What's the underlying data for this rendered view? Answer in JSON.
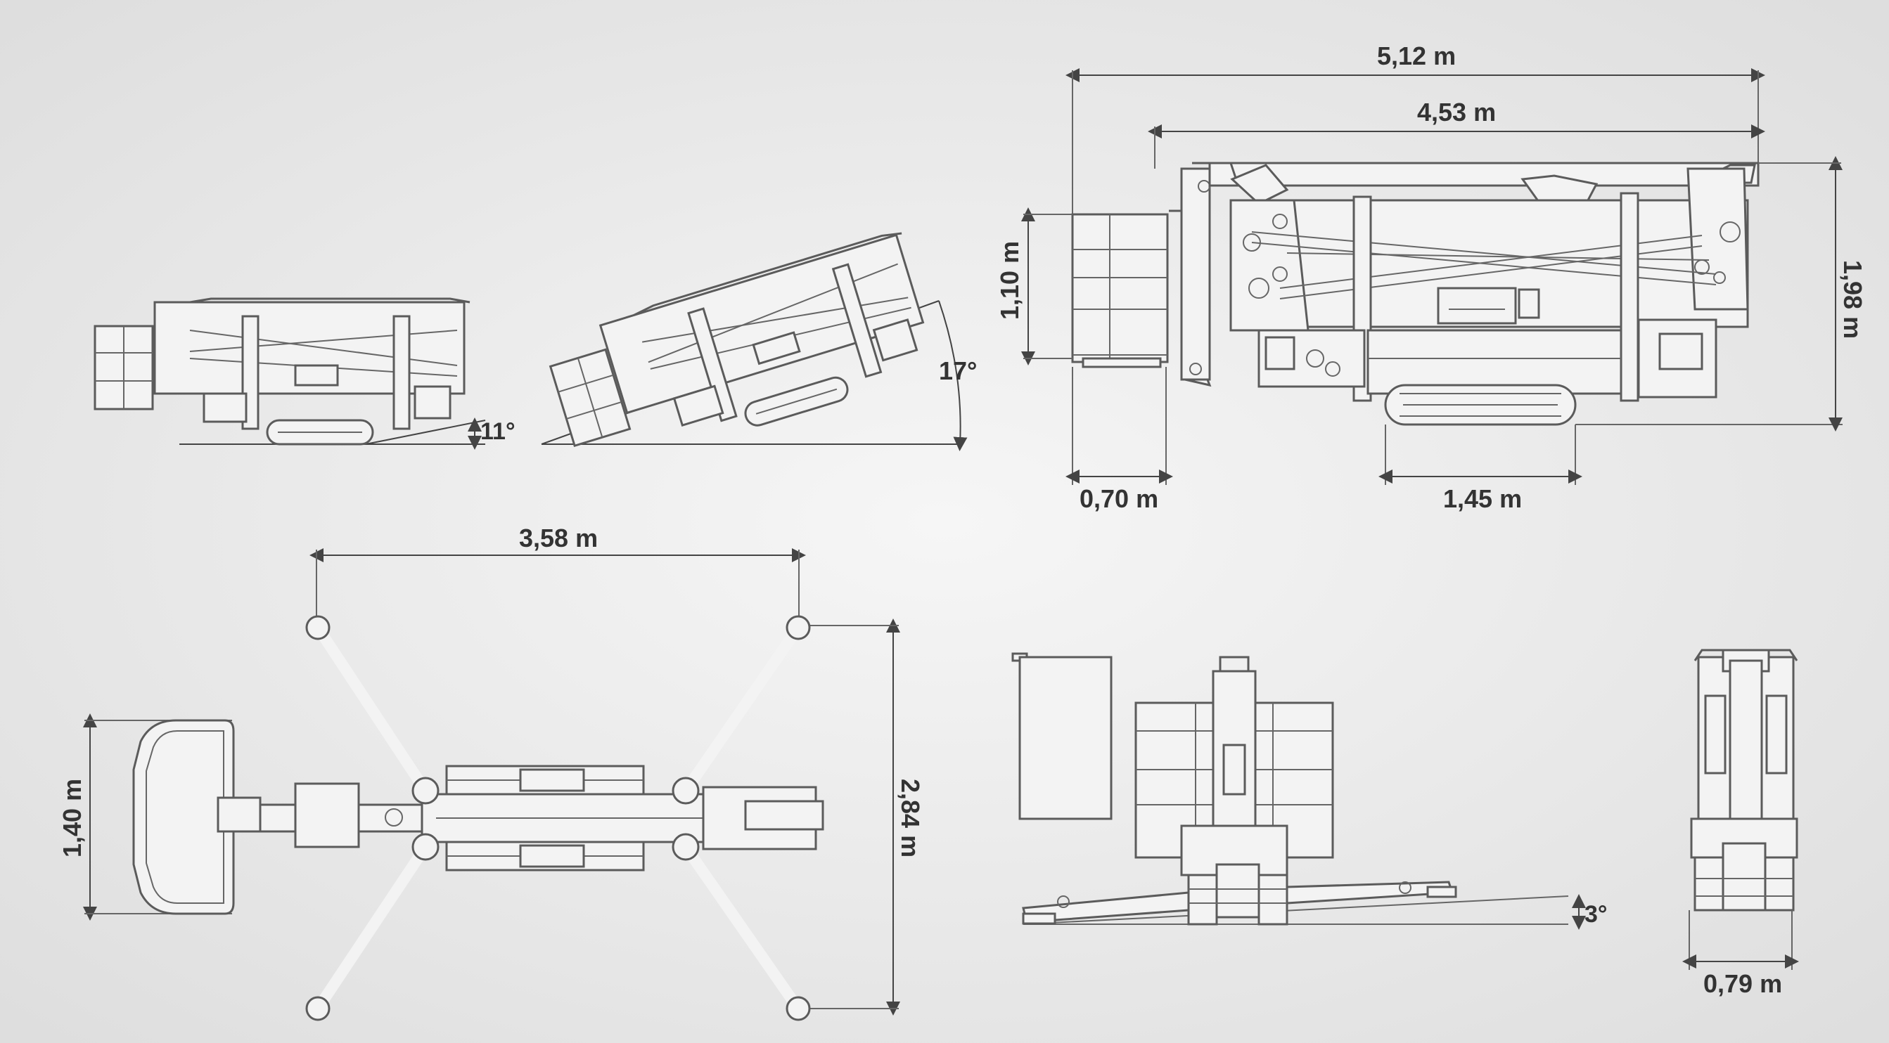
{
  "dimensions": {
    "overall_length": "5,12 m",
    "stowed_length": "4,53 m",
    "basket_height": "1,10 m",
    "overall_height": "1,98 m",
    "basket_depth": "0,70 m",
    "track_length": "1,45 m",
    "outrigger_span_length": "3,58 m",
    "outrigger_span_width": "2,84 m",
    "basket_width": "1,40 m",
    "machine_width": "0,79 m"
  },
  "angles": {
    "slope_small": "11°",
    "slope_large": "17°",
    "slope_front": "3°"
  },
  "colors": {
    "background": "#e9e9e9",
    "line": "#5b5b5b",
    "text": "#333333"
  }
}
